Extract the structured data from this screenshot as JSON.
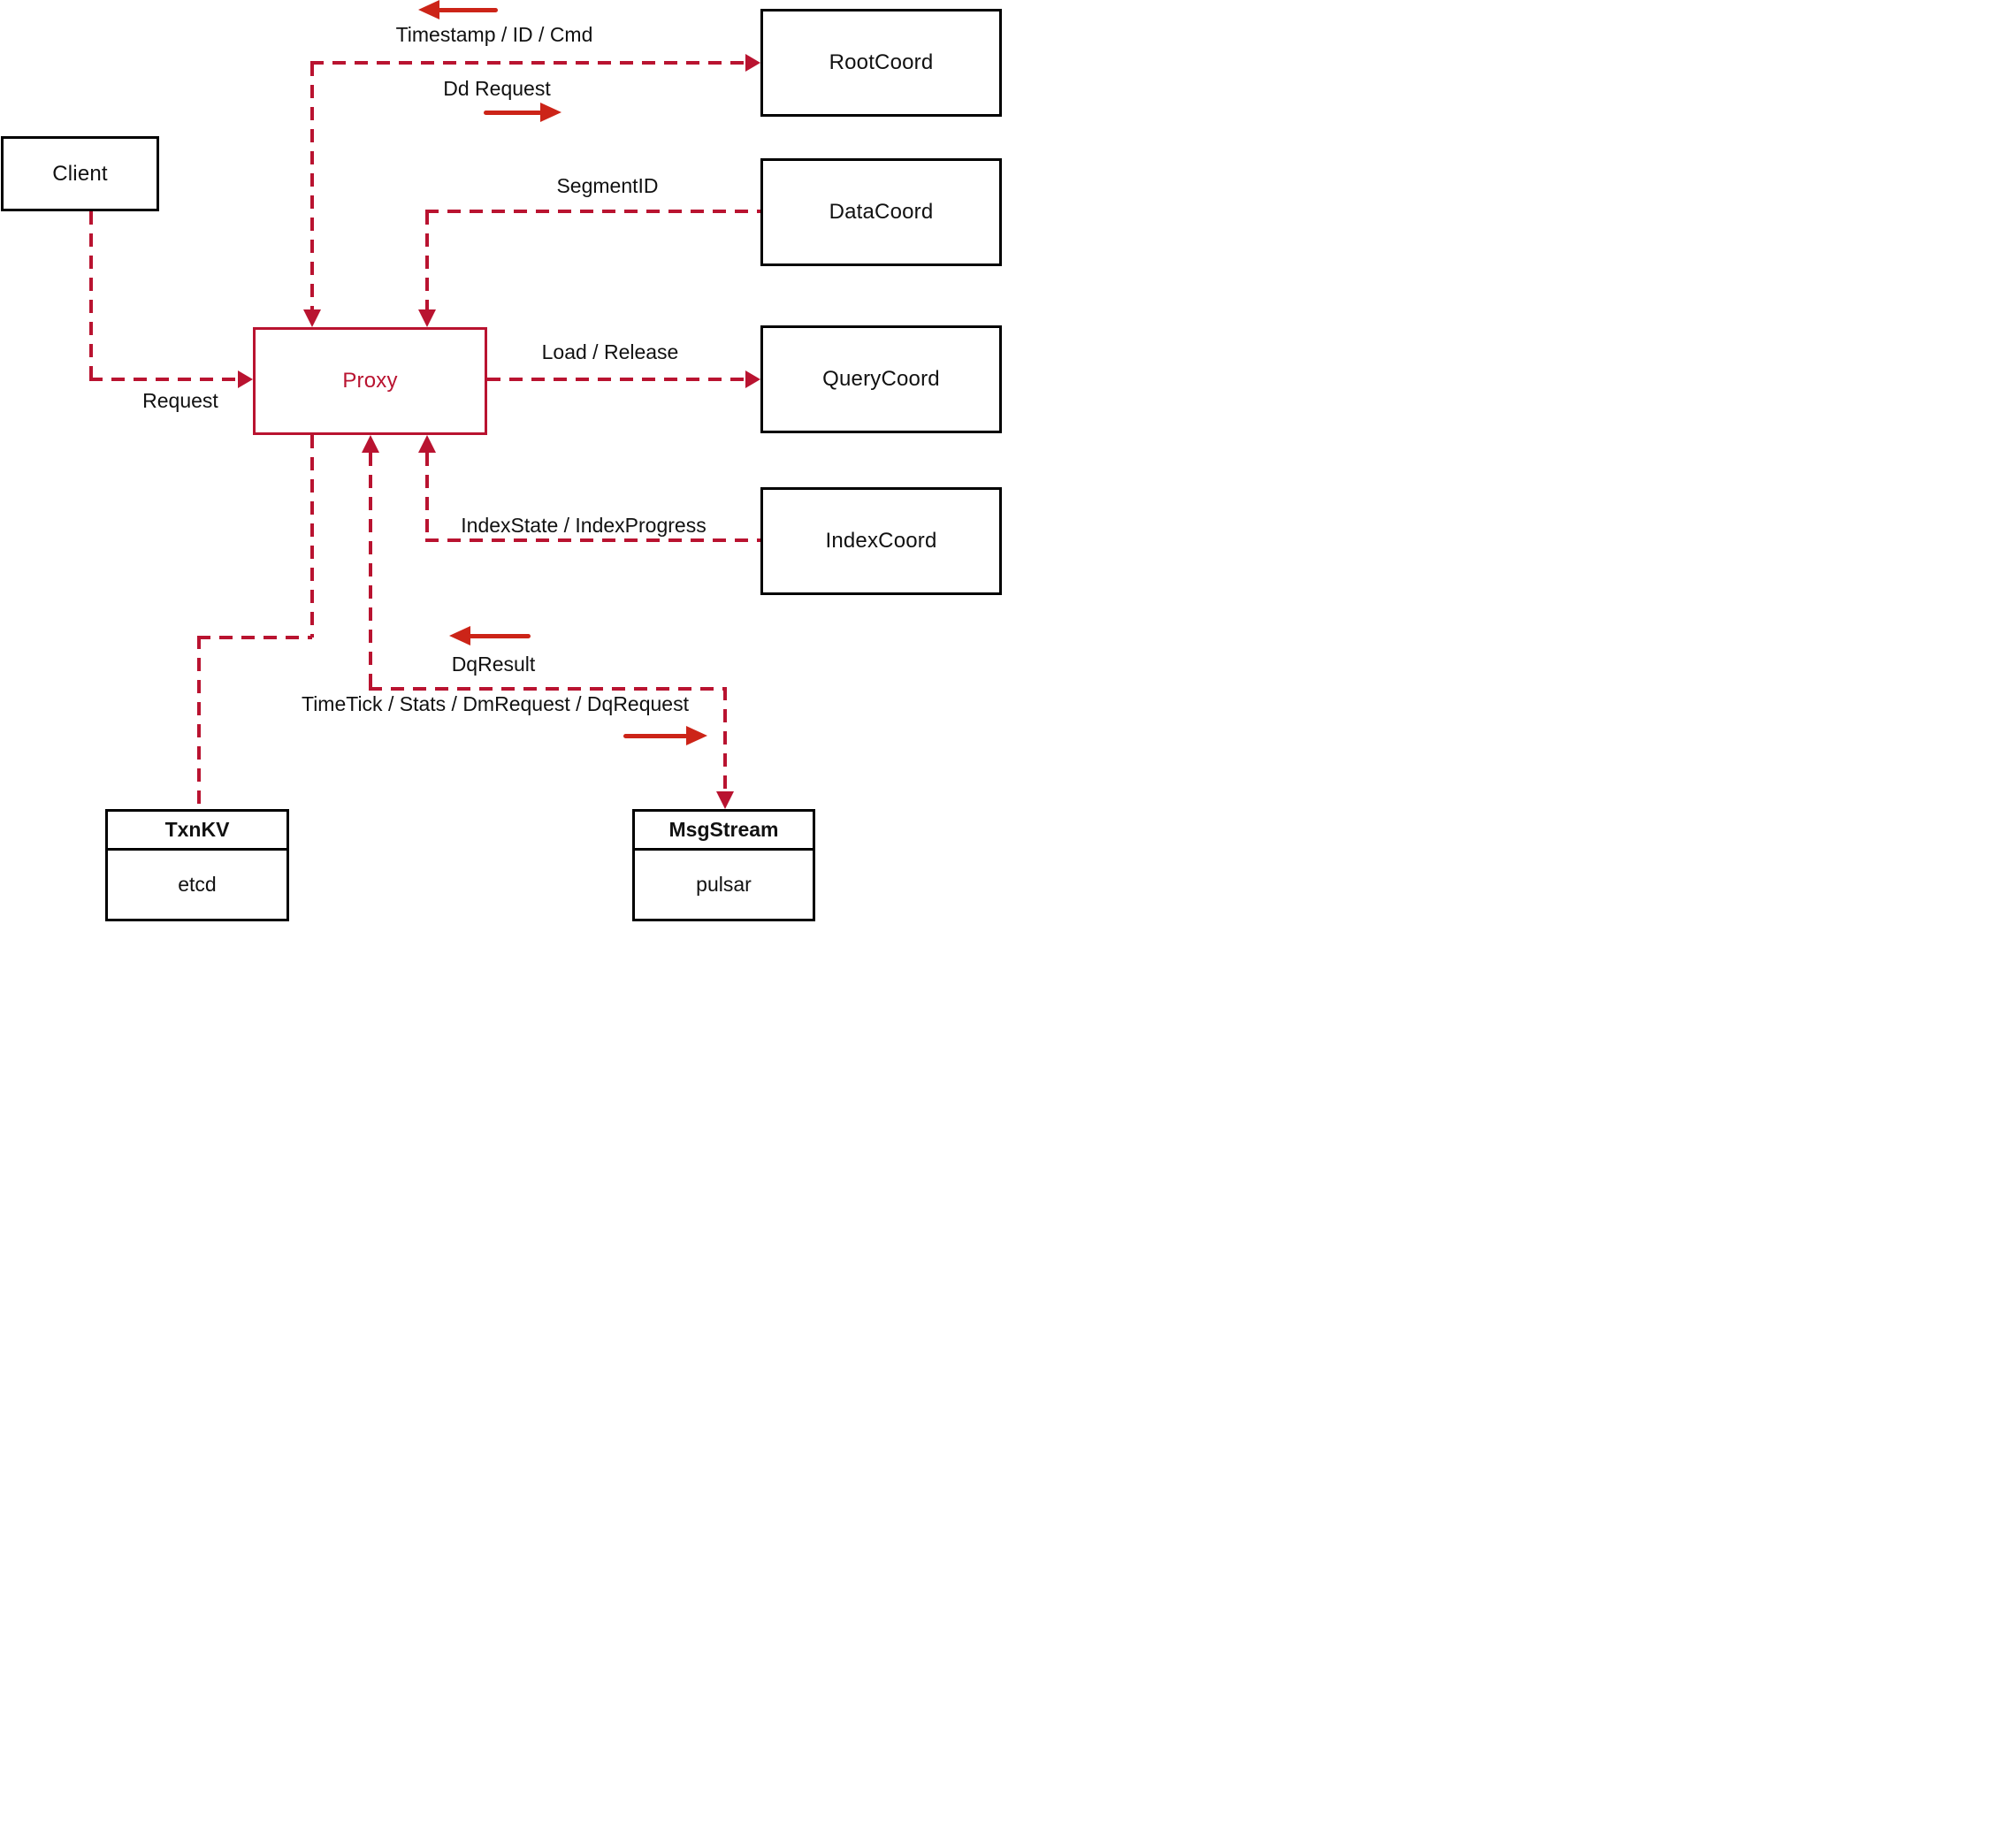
{
  "diagram": {
    "nodes": {
      "client": {
        "label": "Client"
      },
      "proxy": {
        "label": "Proxy"
      },
      "rootcoord": {
        "label": "RootCoord"
      },
      "datacoord": {
        "label": "DataCoord"
      },
      "querycoord": {
        "label": "QueryCoord"
      },
      "indexcoord": {
        "label": "IndexCoord"
      },
      "txnkv": {
        "title": "TxnKV",
        "impl": "etcd"
      },
      "msgstream": {
        "title": "MsgStream",
        "impl": "pulsar"
      }
    },
    "edge_labels": {
      "request": "Request",
      "timestamp": "Timestamp / ID / Cmd",
      "dd_request": "Dd Request",
      "segment_id": "SegmentID",
      "load_release": "Load / Release",
      "index_state": "IndexState / IndexProgress",
      "dq_result": "DqResult",
      "time_tick": "TimeTick / Stats / DmRequest / DqRequest"
    },
    "colors": {
      "dashed_line": "#b91330",
      "solid_arrow": "#cc2418",
      "node_border": "#000000",
      "background": "#ffffff"
    }
  }
}
